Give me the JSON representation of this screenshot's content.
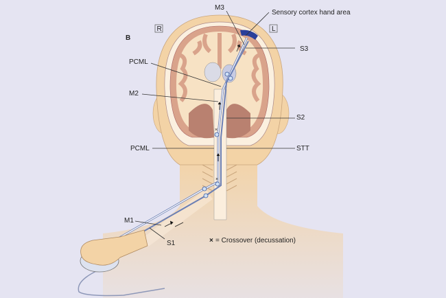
{
  "panel_label": "B",
  "side_markers": {
    "right": "R",
    "left": "L"
  },
  "labels": {
    "m3": "M3",
    "sensory_cortex": "Sensory cortex hand area",
    "s3": "S3",
    "pcml_upper": "PCML",
    "m2": "M2",
    "s2": "S2",
    "pcml_lower": "PCML",
    "stt": "STT",
    "m1": "M1",
    "s1": "S1"
  },
  "legend": {
    "symbol": "×",
    "text": "= Crossover (decussation)"
  },
  "colors": {
    "background": "#e5e4f2",
    "skin": "#f3d3a6",
    "brain": "#f7e2c4",
    "cortex": "#d9a38b",
    "pathway": "#9fb1d6",
    "hand_area": "#2a3f9a"
  }
}
